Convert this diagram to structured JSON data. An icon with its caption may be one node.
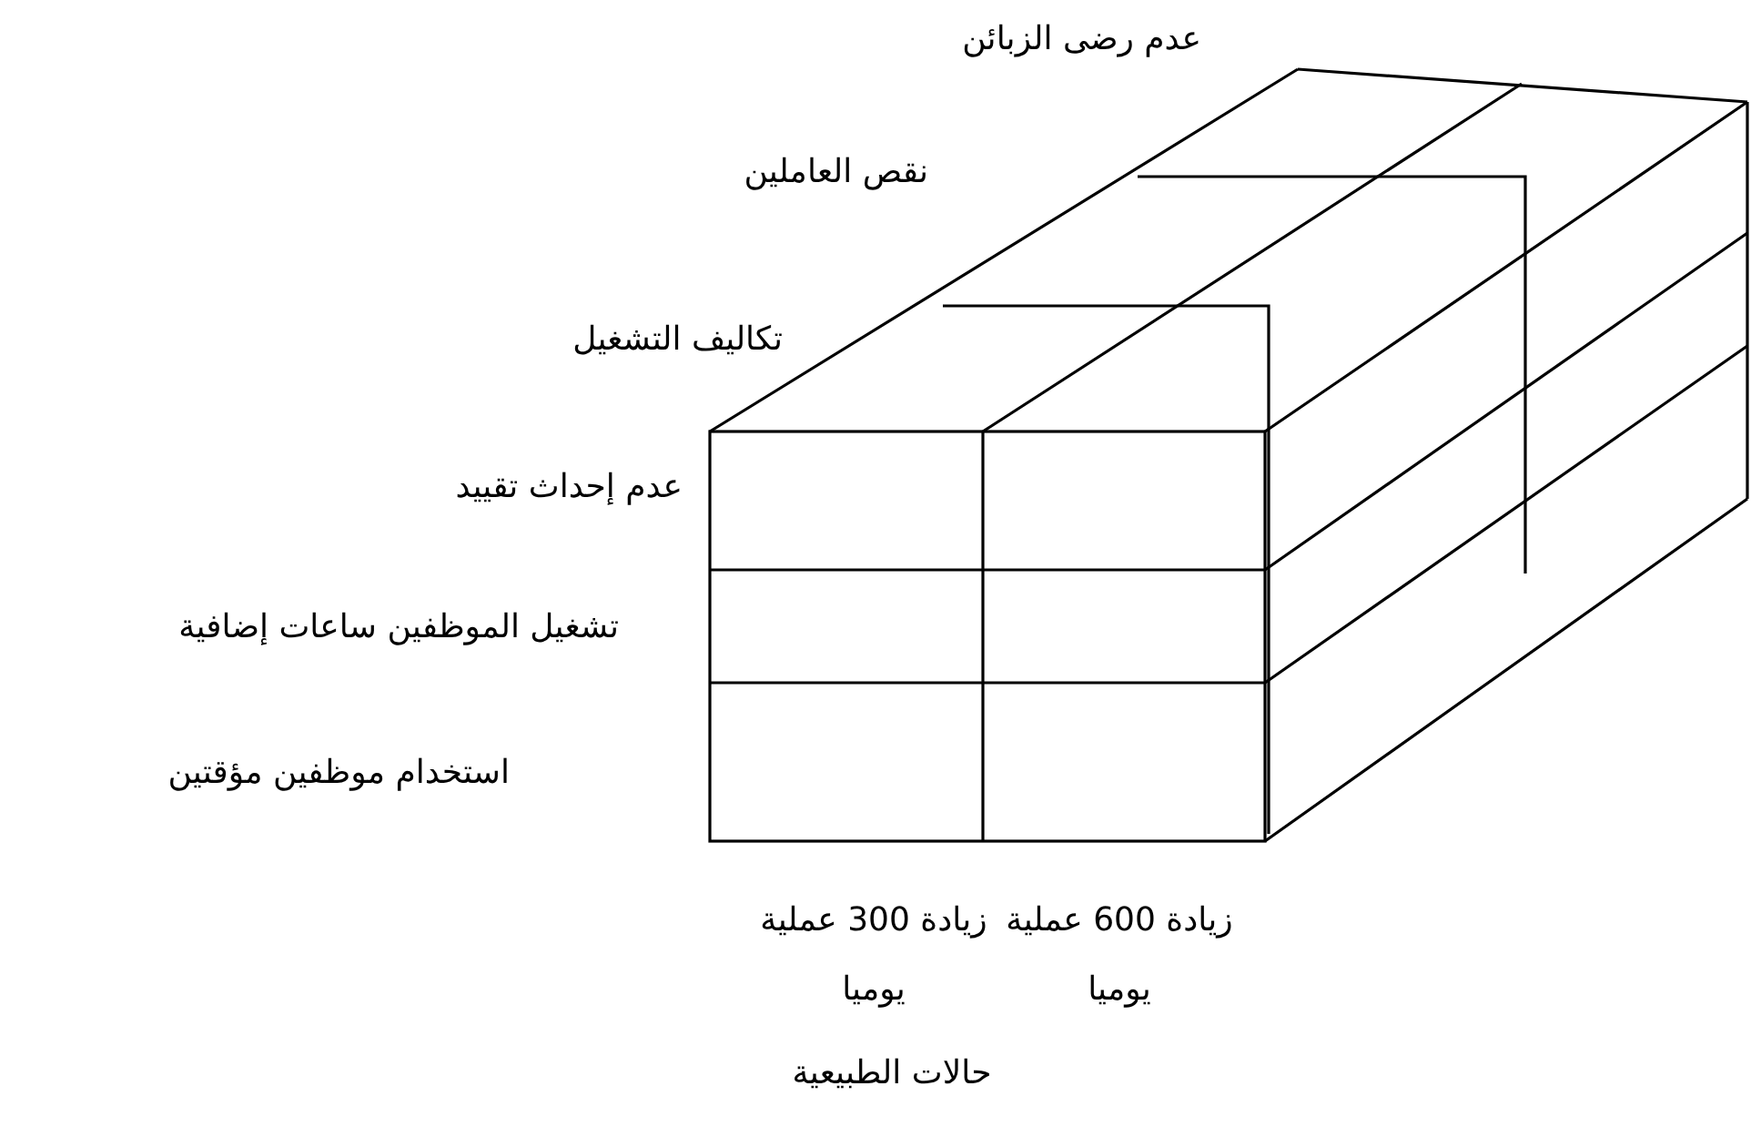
{
  "diagram": {
    "labels": [
      "عدم رضى الزبائن",
      "نقص العاملين",
      "تكاليف التشغيل",
      "عدم إحداث تقييد",
      "تشغيل الموظفين ساعات إضافية",
      "استخدام موظفين مؤقتين",
      "زيادة 600 عملية يوميا",
      "زيادة 300 عملية يوميا",
      "حالات الطبيعية"
    ]
  }
}
